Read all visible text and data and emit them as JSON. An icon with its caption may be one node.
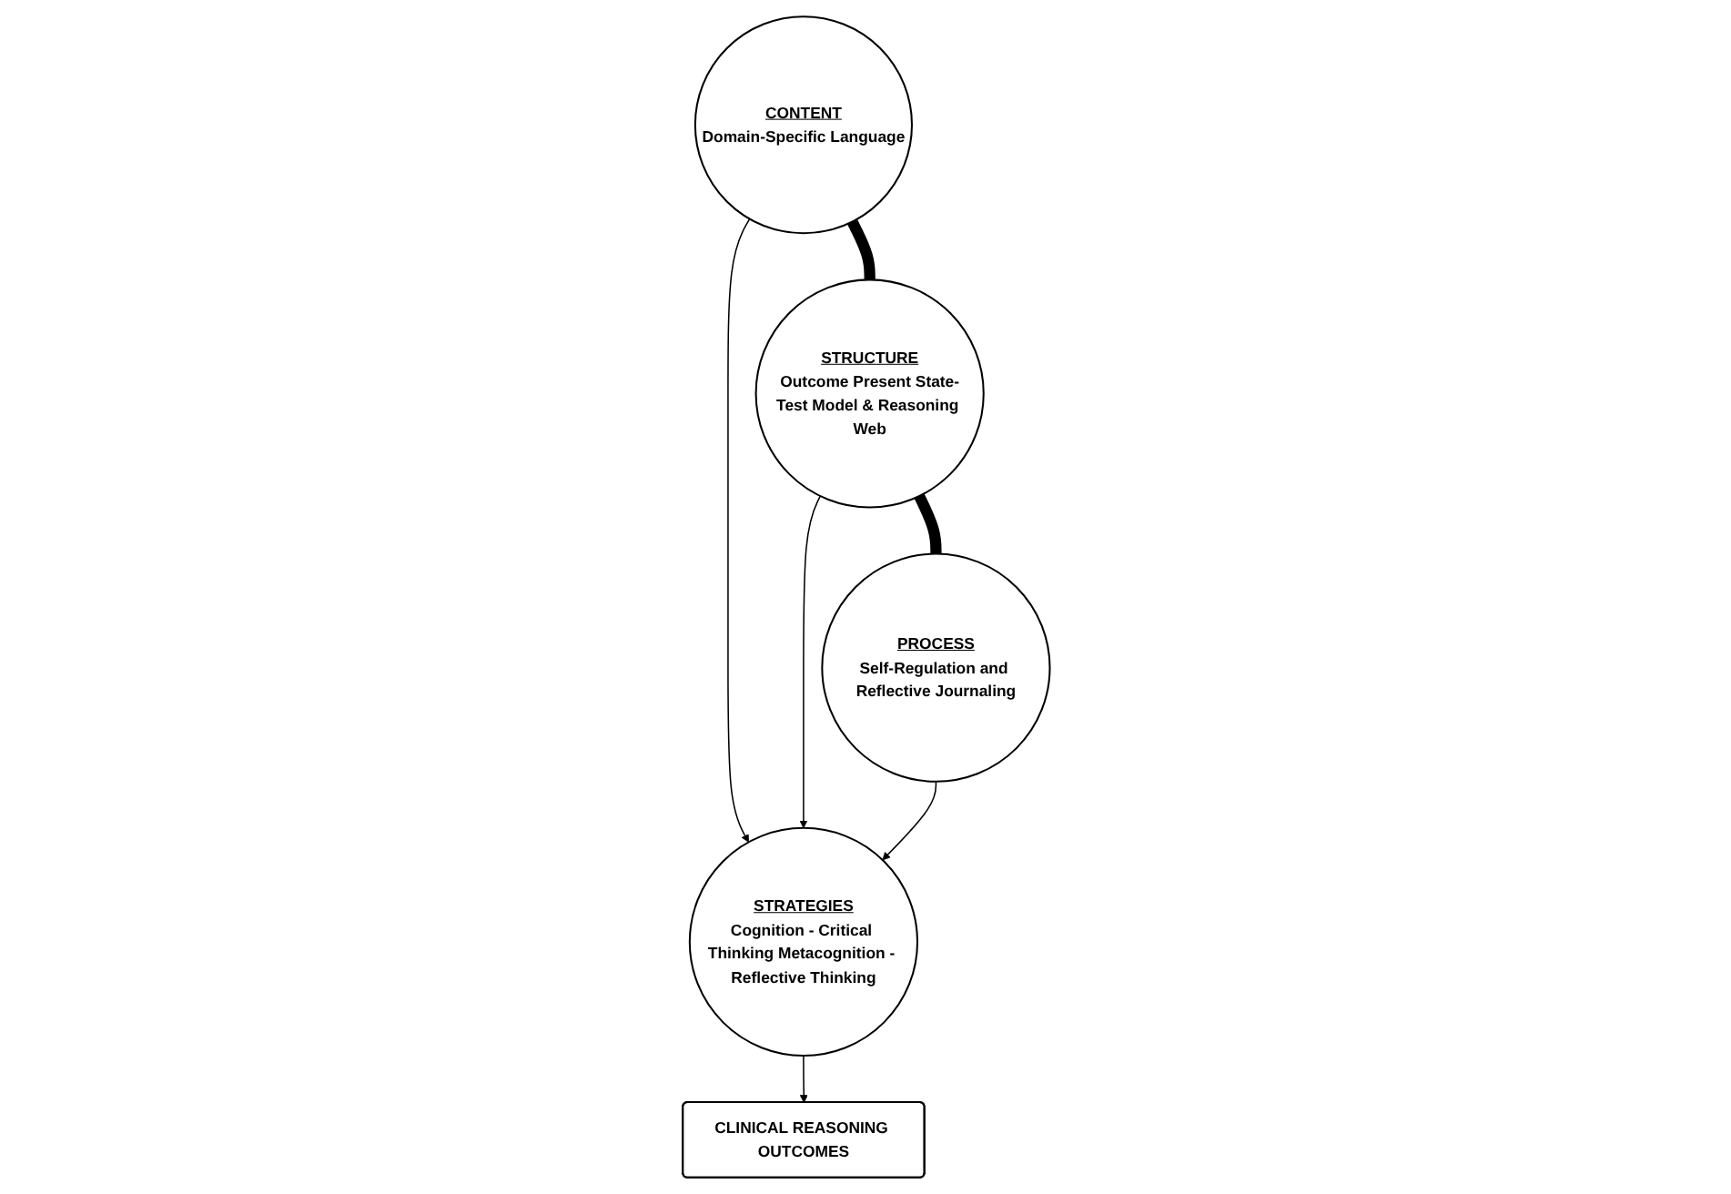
{
  "diagram": {
    "nodes": [
      {
        "text": [
          "CONTENT",
          "Domain-Specific Language"
        ]
      },
      {
        "text": [
          "STRUCTURE",
          "Outcome Present State-Test Model & Reasoning Web"
        ]
      },
      {
        "text": [
          "PROCESS",
          "Self-Regulation and Reflective Journaling"
        ]
      },
      {
        "text": [
          "STRATEGIES",
          "Cognition - Critical Thinking Metacognition - Reflective Thinking"
        ]
      },
      {
        "text": [
          "CLINICAL REASONING OUTCOMES"
        ]
      }
    ],
    "edges": [
      {
        "from": 0,
        "to": 1,
        "arrow": "none",
        "style": "thick"
      },
      {
        "from": 1,
        "to": 2,
        "arrow": "none",
        "style": "thick"
      },
      {
        "from": 0,
        "to": 3,
        "arrow": "to"
      },
      {
        "from": 1,
        "to": 3,
        "arrow": "to"
      },
      {
        "from": 2,
        "to": 3,
        "arrow": "to"
      },
      {
        "from": 3,
        "to": 4,
        "arrow": "to"
      }
    ]
  }
}
